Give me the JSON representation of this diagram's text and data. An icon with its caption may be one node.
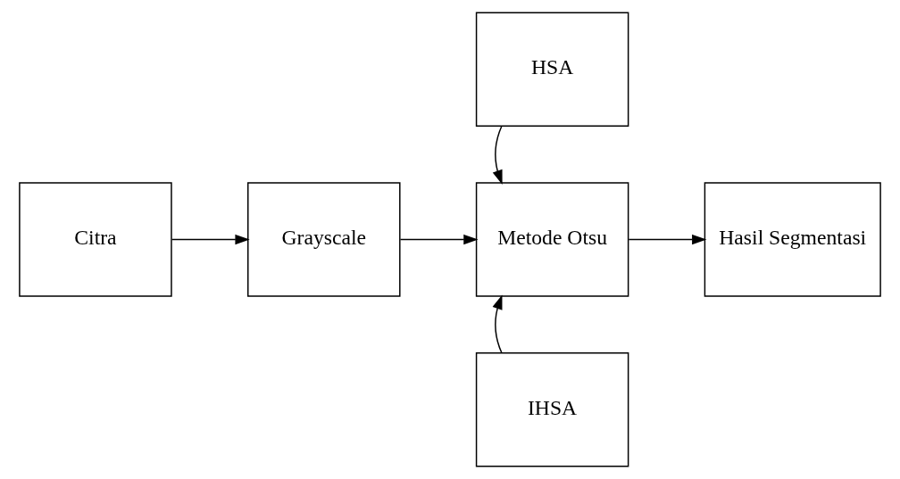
{
  "diagram": {
    "nodes": [
      {
        "text": [
          "HSA"
        ]
      },
      {
        "text": [
          "Citra"
        ]
      },
      {
        "text": [
          "Grayscale"
        ]
      },
      {
        "text": [
          "Metode Otsu"
        ]
      },
      {
        "text": [
          "Hasil Segmentasi"
        ]
      },
      {
        "text": [
          "IHSA"
        ]
      }
    ],
    "edges": [
      {
        "from": 1,
        "to": 2,
        "arrow": "to"
      },
      {
        "from": 2,
        "to": 3,
        "arrow": "to"
      },
      {
        "from": 0,
        "to": 3,
        "arrow": "to"
      },
      {
        "from": 5,
        "to": 3,
        "arrow": "to"
      },
      {
        "from": 3,
        "to": 4,
        "arrow": "to"
      }
    ]
  }
}
